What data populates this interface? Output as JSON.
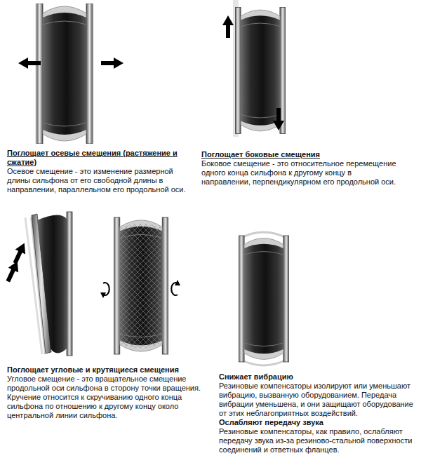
{
  "diagram": {
    "labels": [
      "Поглощает осевые смещения (растяжение и сжатие)",
      "Осевое смещение - это изменение размерной длины сильфона от его свободной длины в направлении, параллельном его продольной оси.",
      "Поглощает боковые смещения",
      "Боковое смещение - это относительное перемещение одного конца сильфона к другому концу в направлении, перпендикулярном его продольной оси.",
      "Поглощает угловые и крутящиеся смещения",
      "Угловое смещение - это вращательное смещение продольной оси сильфона в сторону точки вращения. Кручение относится к скручиванию одного конца сильфона по отношению к другому концу около центральной линии сильфона.",
      "Снижает вибрацию",
      "Резиновые компенсаторы изолируют или уменьшают вибрацию, вызванную оборудованием. Передача вибрации уменьшена, и они защищают оборудование от этих неблагоприятных воздействий.",
      "Ослабляют передачу звука",
      "Резиновые компенсаторы, как правило, ослабляют передачу звука из-за резиново-стальной поверхности соединений и ответных фланцев."
    ]
  }
}
